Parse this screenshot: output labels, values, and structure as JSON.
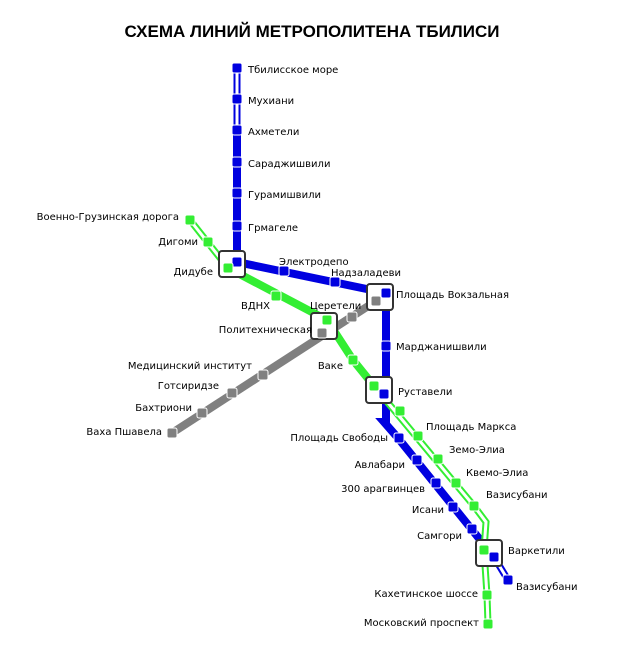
{
  "title": "СХЕМА ЛИНИЙ МЕТРОПОЛИТЕНА ТБИЛИСИ",
  "colors": {
    "blue": "#0000e0",
    "green": "#33ee33",
    "gray": "#808080"
  },
  "stations": {
    "tbilisskoe_more": "Тбилисское море",
    "mukhiani": "Мухиани",
    "akhmeteli": "Ахметели",
    "saradzhishvili": "Сараджишвили",
    "guramishvili": "Гурамишвили",
    "grmagele": "Грмагеле",
    "didube": "Дидубе",
    "elektrodepo": "Электродепо",
    "nadzaladevi": "Надзаладеви",
    "vokzalnaya": "Площадь Вокзальная",
    "mardzhanishvili": "Марджанишвили",
    "rustaveli": "Руставели",
    "svobody": "Площадь Свободы",
    "avlabari": "Авлабари",
    "300_aragvintsev": "300 арагвинцев",
    "isani": "Исани",
    "samgori": "Самгори",
    "varketili": "Варкетили",
    "vazisubani_blue": "Вазисубани",
    "voenno_gruzinskaya": "Военно-Грузинская дорога",
    "digomi": "Дигоми",
    "vdnkh": "ВДНХ",
    "tsereteli": "Церетели",
    "politekhnicheskaya": "Политехническая",
    "vake": "Ваке",
    "ploshchad_marksa": "Площадь Маркса",
    "zemo_elia": "Земо-Элиа",
    "kvemo_elia": "Квемо-Элиа",
    "vazisubani_green": "Вазисубани",
    "kakhetinskoe": "Кахетинское шоссе",
    "moskovsky": "Московский проспект",
    "med_institut": "Медицинский институт",
    "gotsiridze": "Готсиридзе",
    "bakhtrioni": "Бахтриони",
    "vazha_pshavela": "Ваха Пшавела"
  }
}
